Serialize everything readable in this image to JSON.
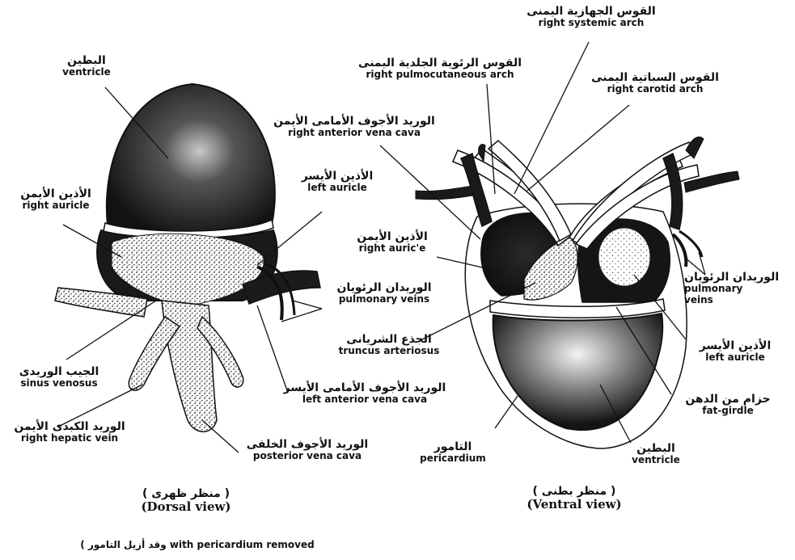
{
  "labels": {
    "ventricle_dorsal": {
      "ar": "البطين",
      "en": "ventricle"
    },
    "right_auricle_dorsal": {
      "ar": "الأذين الأيمن",
      "en": "right auricle"
    },
    "left_auricle_dorsal": {
      "ar": "الأذين الأيسر",
      "en": "left auricle"
    },
    "pulmonary_veins_dorsal": {
      "ar": "الوريدان الرئويان",
      "en": "pulmonary veins"
    },
    "sinus_venosus": {
      "ar": "الجيب الوريدى",
      "en": "sinus venosus"
    },
    "left_anterior_vena_cava": {
      "ar": "الوريد الأجوف الأمامى الأيسر",
      "en": "left anterior vena cava"
    },
    "right_hepatic_vein": {
      "ar": "الوريد الكبدى الأيمن",
      "en": "right hepatic vein"
    },
    "posterior_vena_cava": {
      "ar": "الوريد الأجوف الخلفى",
      "en": "posterior vena cava"
    },
    "right_systemic_arch": {
      "ar": "القوس الجهازية اليمنى",
      "en": "right systemic arch"
    },
    "right_pulmocutaneous_arch": {
      "ar": "القوس الرئوية الجلدية اليمنى",
      "en": "right pulmocutaneous arch"
    },
    "right_carotid_arch": {
      "ar": "القوس السباتية اليمنى",
      "en": "right carotid arch"
    },
    "right_anterior_vena_cava": {
      "ar": "الوريد الأجوف الأمامى الأيمن",
      "en": "right anterior vena cava"
    },
    "right_auricle_ventral": {
      "ar": "الأذين الأيمن",
      "en": "right auric'e"
    },
    "truncus_arteriosus": {
      "ar": "الجذع الشريانى",
      "en": "truncus arteriosus"
    },
    "pulmonary_veins_ventral": {
      "ar": "الوريدان الرئويان",
      "en": "pulmonary",
      "en2": "veins"
    },
    "left_auricle_ventral": {
      "ar": "الأذين الأيسر",
      "en": "left auricle"
    },
    "fat_girdle": {
      "ar": "حزام من الدهن",
      "en": "fat-girdle"
    },
    "pericardium": {
      "ar": "التامور",
      "en": "pericardium"
    },
    "ventricle_ventral": {
      "ar": "البطين",
      "en": "ventricle"
    }
  },
  "views": {
    "dorsal": {
      "ar": "( منظر ظهرى )",
      "en": "(Dorsal view)",
      "note": "( وقد أزيل التامور with pericardium removed"
    },
    "ventral": {
      "ar": "( منظر بطنى )",
      "en": "(Ventral view)"
    }
  }
}
